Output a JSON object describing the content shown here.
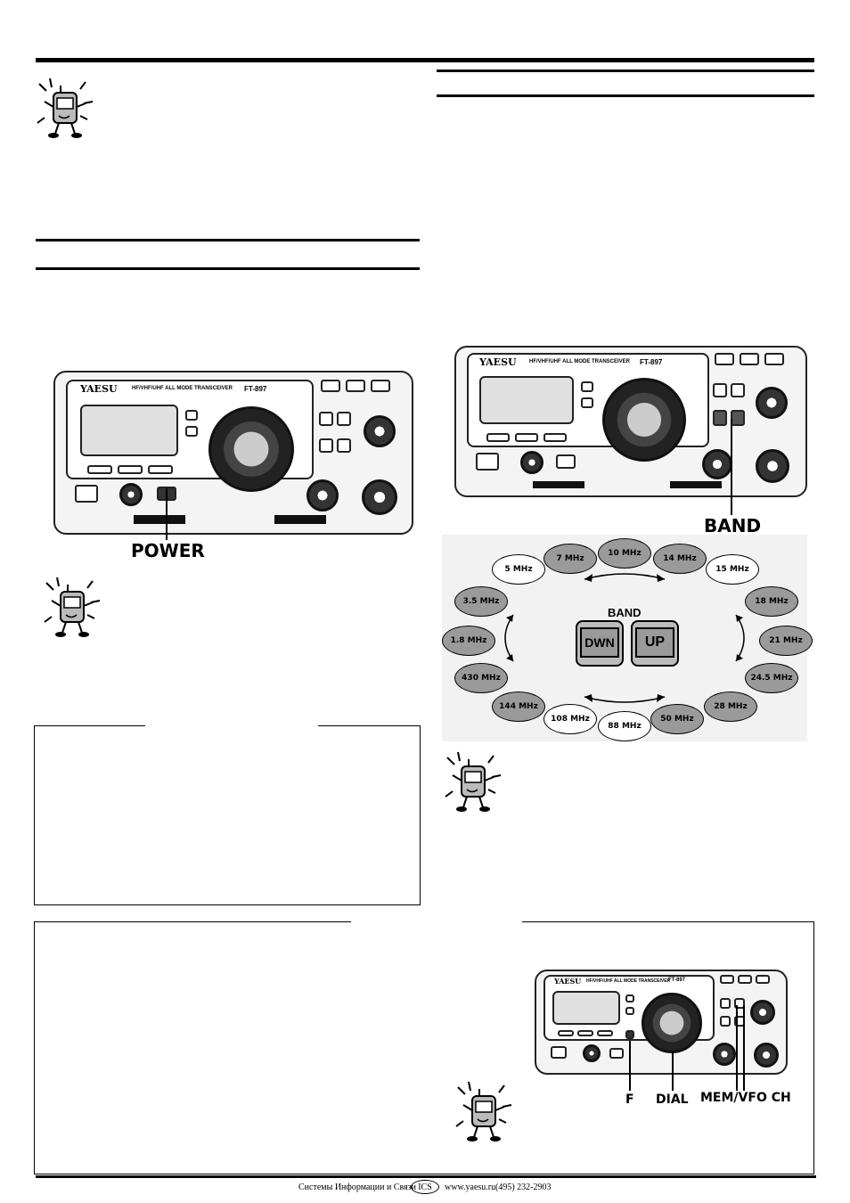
{
  "radio": {
    "brand": "YAESU",
    "subtitle": "HF/VHF/UHF ALL MODE TRANSCEIVER",
    "model": "FT-897"
  },
  "callouts": {
    "power": "POWER",
    "band": "BAND",
    "f": "F",
    "dial": "DIAL",
    "mem_vfo": "MEM/VFO CH"
  },
  "band_diagram": {
    "title": "BAND",
    "down_label": "DWN",
    "up_label": "UP",
    "bands": [
      {
        "label": "10 MHz",
        "highlight": true
      },
      {
        "label": "14 MHz",
        "highlight": true
      },
      {
        "label": "15 MHz",
        "highlight": false
      },
      {
        "label": "18 MHz",
        "highlight": true
      },
      {
        "label": "21 MHz",
        "highlight": true
      },
      {
        "label": "24.5 MHz",
        "highlight": true
      },
      {
        "label": "28 MHz",
        "highlight": true
      },
      {
        "label": "50 MHz",
        "highlight": true
      },
      {
        "label": "88 MHz",
        "highlight": false
      },
      {
        "label": "108 MHz",
        "highlight": false
      },
      {
        "label": "144 MHz",
        "highlight": true
      },
      {
        "label": "430 MHz",
        "highlight": true
      },
      {
        "label": "1.8 MHz",
        "highlight": true
      },
      {
        "label": "3.5 MHz",
        "highlight": true
      },
      {
        "label": "5 MHz",
        "highlight": false
      },
      {
        "label": "7 MHz",
        "highlight": true
      }
    ]
  },
  "footer": {
    "company": "Системы Информации и Связи",
    "logo": "ICS",
    "website": "www.yaesu.ru",
    "phone": "(495) 232-2903"
  }
}
